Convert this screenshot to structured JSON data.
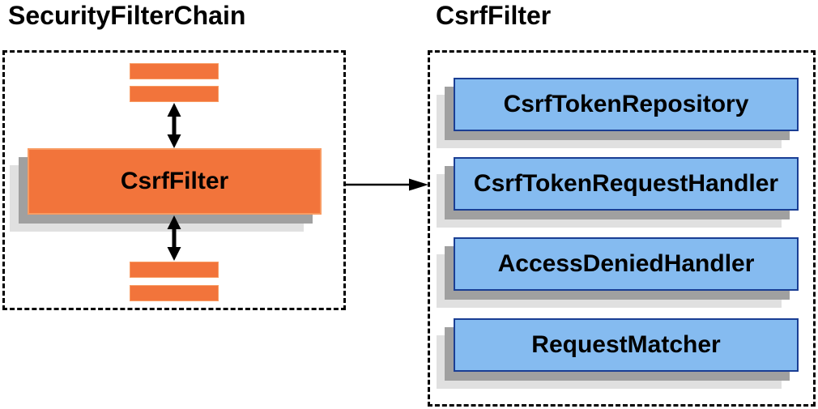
{
  "left": {
    "title": "SecurityFilterChain",
    "filter_label": "CsrfFilter"
  },
  "right": {
    "title": "CsrfFilter",
    "components": [
      {
        "label": "CsrfTokenRepository"
      },
      {
        "label": "CsrfTokenRequestHandler"
      },
      {
        "label": "AccessDeniedHandler"
      },
      {
        "label": "RequestMatcher"
      }
    ]
  },
  "icons": {
    "vertical_connector": "double-headed-arrow",
    "horizontal_connector": "right-arrow"
  },
  "colors": {
    "orange-fill": "#F2743B",
    "orange-border": "#F89B62",
    "blue-fill": "#85BBF0",
    "blue-border": "#1A3E94",
    "shadow-dark": "#A0A0A0",
    "shadow-light": "#E0E0E0",
    "line": "#000000"
  }
}
